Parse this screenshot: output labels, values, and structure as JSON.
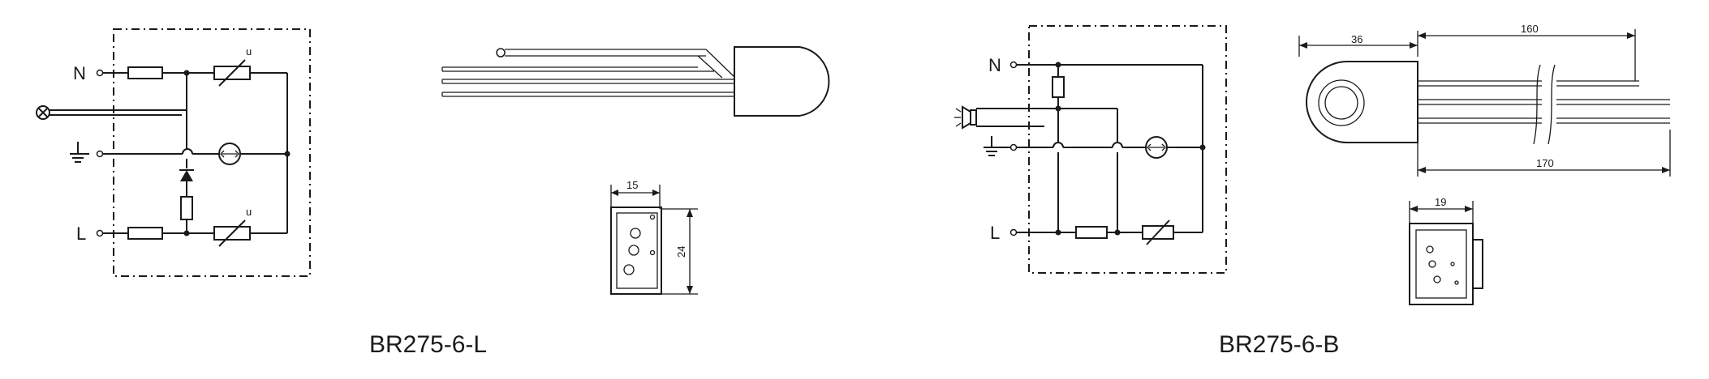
{
  "left_diagram": {
    "labels": {
      "n": "N",
      "l": "L"
    },
    "dims": {
      "width": "15",
      "height": "24"
    },
    "caption": "BR275-6-L",
    "varistor_mark": "u"
  },
  "right_diagram": {
    "labels": {
      "n": "N",
      "l": "L"
    },
    "dims": {
      "depth": "36",
      "length_top": "160",
      "length_bottom": "170",
      "width": "19"
    },
    "caption": "BR275-6-B"
  },
  "icons": [
    "lamp-icon",
    "ground-icon",
    "fuse-icon",
    "varistor-icon",
    "diode-icon",
    "resistor-icon",
    "thermal-switch-icon",
    "buzzer-icon"
  ]
}
